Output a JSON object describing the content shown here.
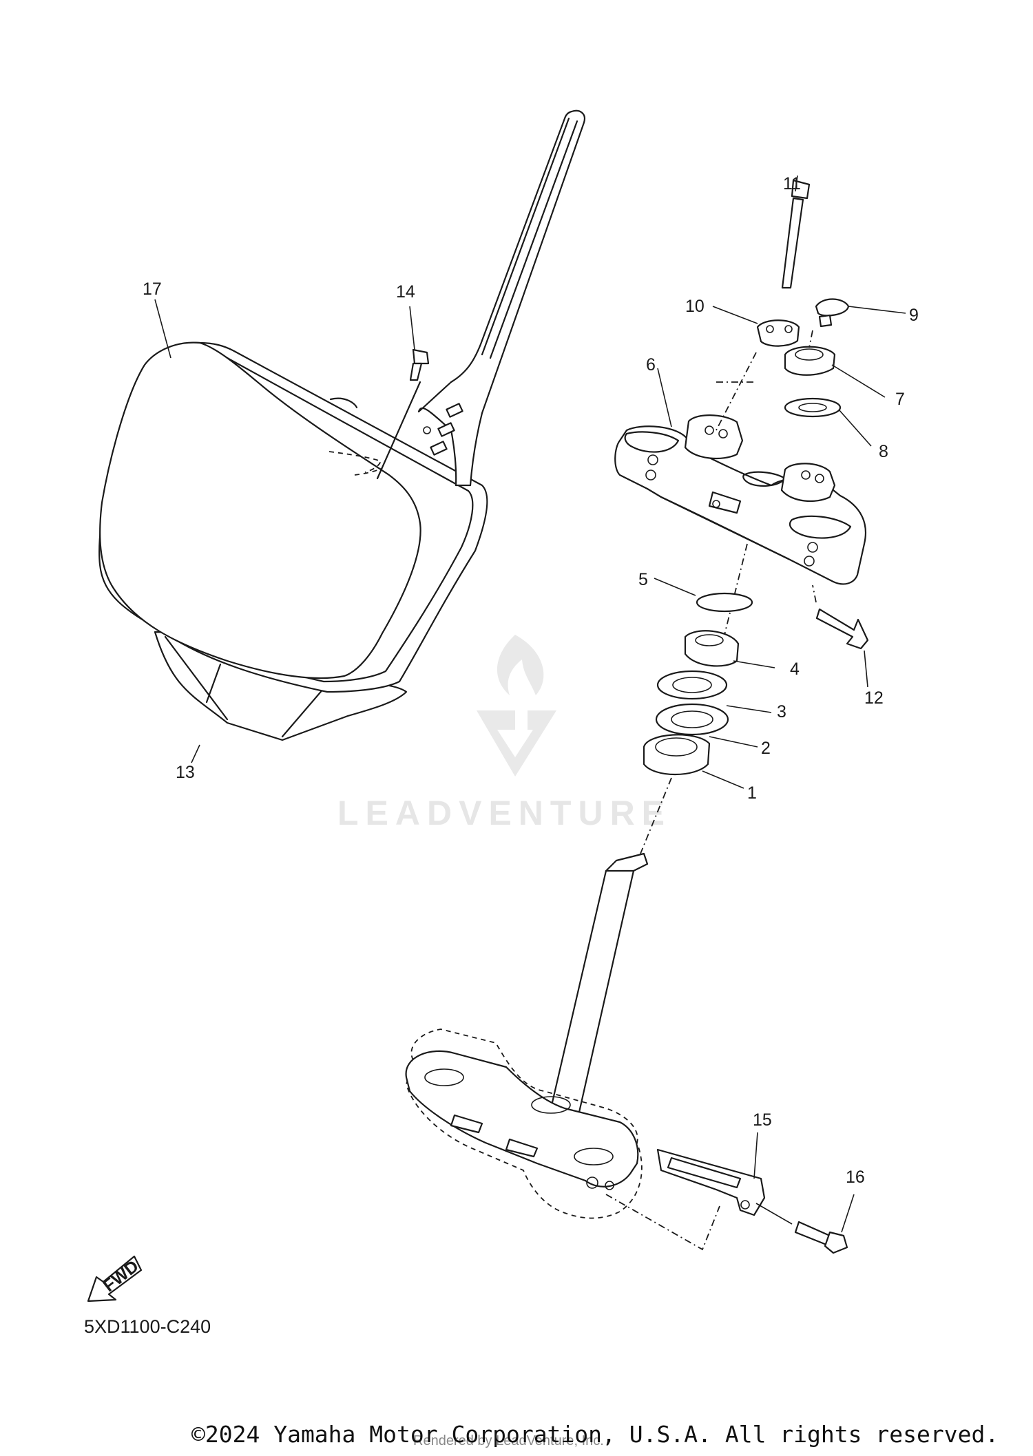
{
  "diagram": {
    "callouts": [
      {
        "id": "1",
        "label": "1"
      },
      {
        "id": "2",
        "label": "2"
      },
      {
        "id": "3",
        "label": "3"
      },
      {
        "id": "4",
        "label": "4"
      },
      {
        "id": "5",
        "label": "5"
      },
      {
        "id": "6",
        "label": "6"
      },
      {
        "id": "7",
        "label": "7"
      },
      {
        "id": "8",
        "label": "8"
      },
      {
        "id": "9",
        "label": "9"
      },
      {
        "id": "10",
        "label": "10"
      },
      {
        "id": "11",
        "label": "11"
      },
      {
        "id": "12",
        "label": "12"
      },
      {
        "id": "13",
        "label": "13"
      },
      {
        "id": "14",
        "label": "14"
      },
      {
        "id": "15",
        "label": "15"
      },
      {
        "id": "16",
        "label": "16"
      },
      {
        "id": "17",
        "label": "17"
      }
    ],
    "fwd_label": "FWD",
    "diagram_code": "5XD1100-C240",
    "watermark": "LEADVENTURE"
  },
  "footer": {
    "copyright": "©2024 Yamaha Motor Corporation, U.S.A. All rights reserved.",
    "rendered_by": "Rendered by LeadVenture, Inc."
  }
}
